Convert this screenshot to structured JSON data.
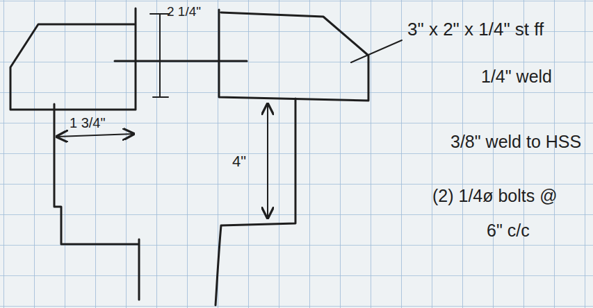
{
  "diagram": {
    "labels": [
      "2 1/4\"",
      "1 3/4\"",
      "4\"",
      "3\" x 2\" x 1/4\" st ff",
      "1/4\" weld",
      "3/8\" weld to HSS",
      "(2) 1/4ø bolts @",
      "6\" c/c"
    ]
  }
}
